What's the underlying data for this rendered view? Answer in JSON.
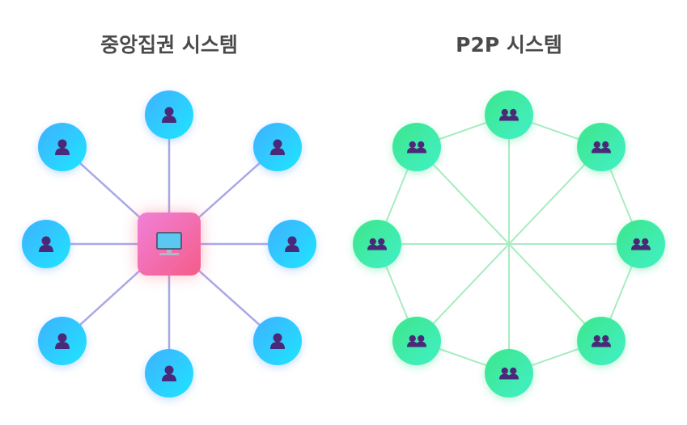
{
  "left": {
    "title": "중앙집권 시스템",
    "node_icon": "user-icon",
    "center_icon": "monitor-icon",
    "node_count": 8,
    "colors": {
      "node_from": "#3fb0ff",
      "node_to": "#1ee0ff",
      "center_from": "#f080d8",
      "center_to": "#f55c88",
      "line": "#a8a8e8",
      "icon": "#4a2a78"
    }
  },
  "right": {
    "title": "P2P 시스템",
    "node_icon": "users-icon",
    "node_count": 8,
    "colors": {
      "node_from": "#3ee68a",
      "node_to": "#40f0c0",
      "line": "#a8ecc0",
      "icon": "#4a2a78"
    }
  }
}
